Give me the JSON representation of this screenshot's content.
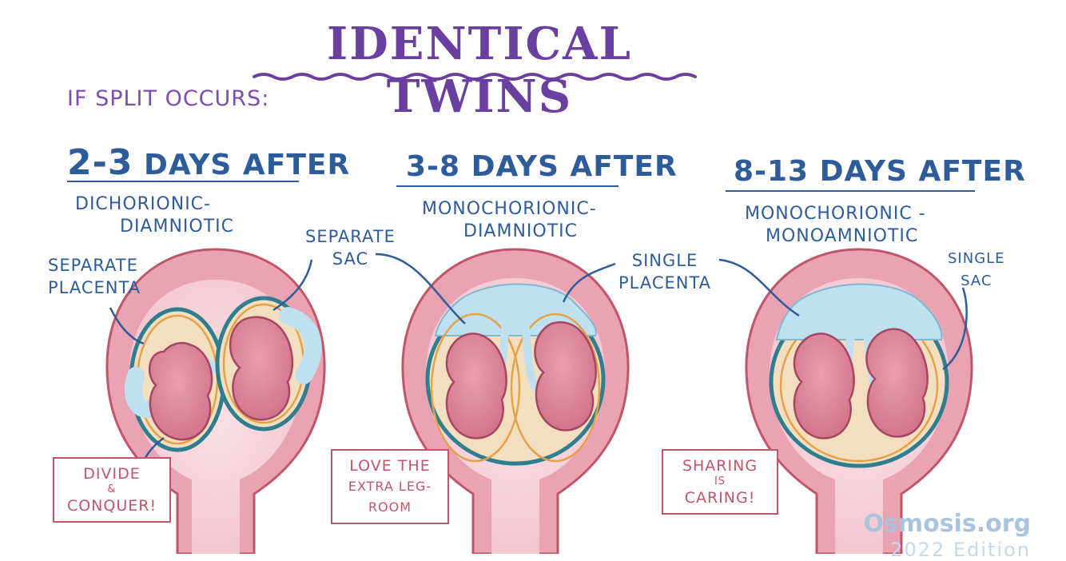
{
  "title": "Identical Twins",
  "subtitle": "If split occurs:",
  "panels": [
    {
      "days_lead": "2-3",
      "days_rest": "Days after",
      "classification_line1": "Dichorionic-",
      "classification_line2": "Diamniotic",
      "label_a": [
        "Separate",
        "Placenta"
      ],
      "label_b": [
        "Separate",
        "Sac"
      ],
      "callout": [
        "Divide",
        "&",
        "Conquer!"
      ]
    },
    {
      "days_lead": "3-8",
      "days_rest": "Days after",
      "classification_line1": "Monochorionic-",
      "classification_line2": "Diamniotic",
      "label_a": [
        "Single",
        "Placenta"
      ],
      "callout": [
        "Love the",
        "extra leg-",
        "room"
      ]
    },
    {
      "days_lead": "8-13",
      "days_rest": "Days after",
      "classification_line1": "Monochorionic -",
      "classification_line2": "Monoamniotic",
      "label_b": [
        "Single",
        "Sac"
      ],
      "callout": [
        "Sharing",
        "is",
        "Caring!"
      ]
    }
  ],
  "brand": "Osmosis.org",
  "edition": "2022 Edition",
  "colors": {
    "title": "#6b3fa0",
    "heading": "#2e5c9a",
    "uterus": "#e9a3b3",
    "fetus": "#d97a92",
    "placenta": "#bfe1ef",
    "chorion": "#2f7e8f",
    "amnion": "#e3a24a",
    "callout": "#c0566a"
  }
}
